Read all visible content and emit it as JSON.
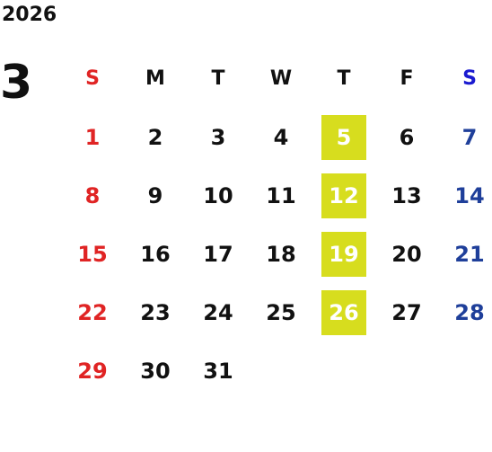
{
  "calendar": {
    "year": "2026",
    "month": "3",
    "weekdays": [
      "S",
      "M",
      "T",
      "W",
      "T",
      "F",
      "S"
    ],
    "highlight_color": "#d7dd1e",
    "weeks": [
      [
        "",
        "",
        "",
        "",
        "",
        "",
        ""
      ],
      [
        "1",
        "2",
        "3",
        "4",
        "5",
        "6",
        "7"
      ],
      [
        "8",
        "9",
        "10",
        "11",
        "12",
        "13",
        "14"
      ],
      [
        "15",
        "16",
        "17",
        "18",
        "19",
        "20",
        "21"
      ],
      [
        "22",
        "23",
        "24",
        "25",
        "26",
        "27",
        "28"
      ],
      [
        "29",
        "30",
        "31",
        "",
        "",
        "",
        ""
      ]
    ],
    "highlighted_days": [
      "5",
      "12",
      "19",
      "26"
    ]
  }
}
